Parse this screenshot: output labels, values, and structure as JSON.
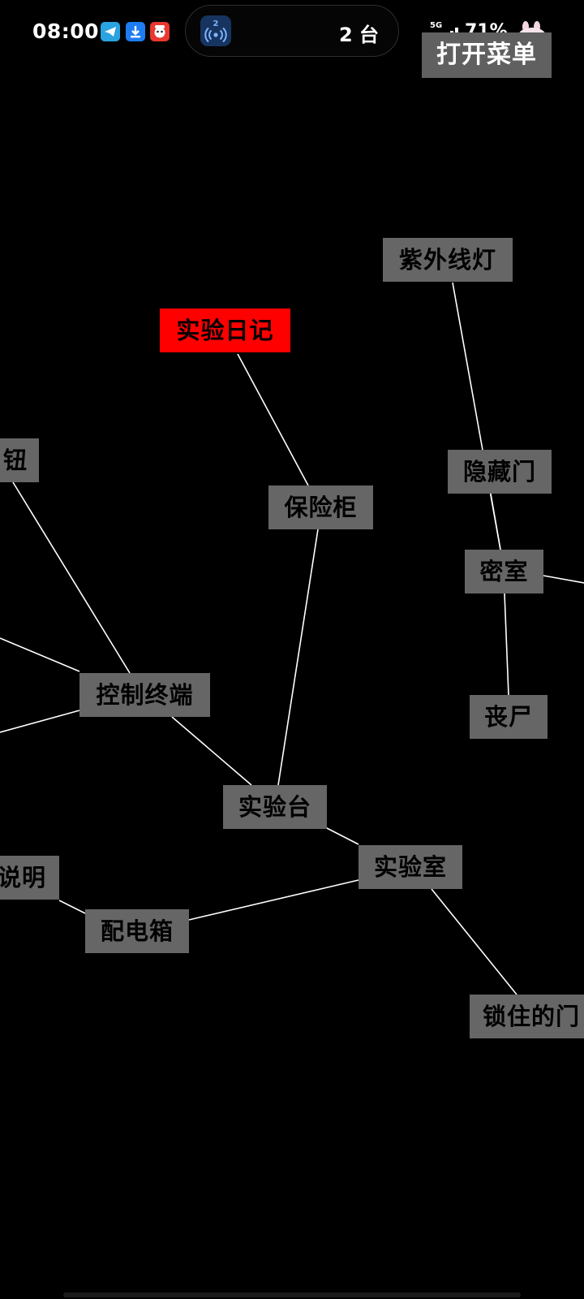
{
  "status_bar": {
    "time": "08:00",
    "island_badge": "2",
    "island_text": "2 台",
    "network": "5G",
    "battery": "71%"
  },
  "menu": {
    "label": "打开菜单"
  },
  "colors": {
    "background": "#000000",
    "node": "#666666",
    "active_node": "#ff0000",
    "edge": "#ffffff"
  },
  "graph": {
    "nodes": [
      {
        "id": "uv_lamp",
        "label": "紫外线灯",
        "active": false
      },
      {
        "id": "lab_diary",
        "label": "实验日记",
        "active": true
      },
      {
        "id": "button",
        "label": "钮",
        "active": false
      },
      {
        "id": "hidden_door",
        "label": "隐藏门",
        "active": false
      },
      {
        "id": "safe",
        "label": "保险柜",
        "active": false
      },
      {
        "id": "secret_room",
        "label": "密室",
        "active": false
      },
      {
        "id": "control_terminal",
        "label": "控制终端",
        "active": false
      },
      {
        "id": "zombie",
        "label": "丧尸",
        "active": false
      },
      {
        "id": "lab_bench",
        "label": "实验台",
        "active": false
      },
      {
        "id": "laboratory",
        "label": "实验室",
        "active": false
      },
      {
        "id": "instructions",
        "label": "说明",
        "active": false
      },
      {
        "id": "power_box",
        "label": "配电箱",
        "active": false
      },
      {
        "id": "locked_door",
        "label": "锁住的门",
        "active": false
      }
    ]
  }
}
